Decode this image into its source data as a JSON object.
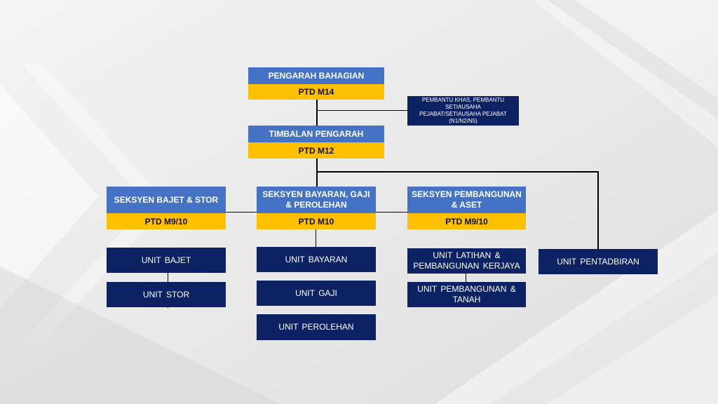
{
  "org": {
    "director": {
      "title": "PENGARAH BAHAGIAN",
      "grade": "PTD M14"
    },
    "assistant": {
      "line1": "PEMBANTU  KHAS, PEMBANTU SETIAUSAHA",
      "line2": "PEJABAT/SETIAUSAHA  PEJABAT (N1/N2/N5)"
    },
    "deputy": {
      "title": "TIMBALAN PENGARAH",
      "grade": "PTD M12"
    },
    "sections": [
      {
        "title": "SEKSYEN BAJET & STOR",
        "grade": "PTD M9/10",
        "units": [
          "UNIT  BAJET",
          "UNIT  STOR"
        ]
      },
      {
        "title": "SEKSYEN BAYARAN,  GAJI & PEROLEHAN",
        "grade": "PTD M10",
        "units": [
          "UNIT  BAYARAN",
          "UNIT  GAJI",
          "UNIT  PEROLEHAN"
        ]
      },
      {
        "title": "SEKSYEN PEMBANGUNAN & ASET",
        "grade": "PTD M9/10",
        "units": [
          "UNIT  LATIHAN  & PEMBANGUNAN  KERJAYA",
          "UNIT  PEMBANGUNAN  & TANAH"
        ]
      }
    ],
    "admin_unit": "UNIT  PENTADBIRAN"
  },
  "theme": {
    "header_blue": "#4472c4",
    "grade_gold": "#ffc000",
    "unit_navy": "#0c2262",
    "connector": "#000000"
  }
}
